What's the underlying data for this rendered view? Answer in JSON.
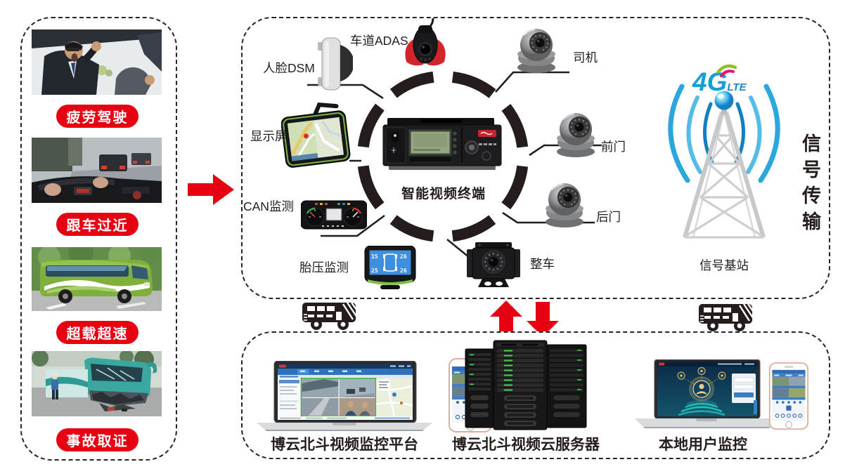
{
  "left_panel": {
    "items": [
      {
        "label": "疲劳驾驶",
        "photo": "fatigue-driving-photo"
      },
      {
        "label": "跟车过近",
        "photo": "tailgating-photo"
      },
      {
        "label": "超载超速",
        "photo": "overload-overspeed-photo"
      },
      {
        "label": "事故取证",
        "photo": "accident-evidence-photo"
      }
    ]
  },
  "main_diagram": {
    "center_label": "智能视频终端",
    "device_labels": {
      "dsm": "人脸DSM",
      "adas": "车道ADAS",
      "driver": "司机",
      "front_door": "前门",
      "rear_door": "后门",
      "vehicle": "整车",
      "tpms": "胎压监测",
      "can": "CAN监测",
      "display": "显示屏"
    },
    "signal": {
      "logo_4g": "4G",
      "logo_lte": "LTE",
      "base_station_label": "信号基站",
      "transmission_label": "信号传输"
    }
  },
  "bottom_panel": {
    "platform_labels": {
      "monitor_platform": "博云北斗视频监控平台",
      "cloud_server": "博云北斗视频云服务器",
      "local_user": "本地用户监控"
    }
  },
  "colors": {
    "accent_red": "#e60012",
    "ink_black": "#241d1b",
    "logo_blue": "#14a0d4",
    "led_green": "#3fd44b"
  }
}
